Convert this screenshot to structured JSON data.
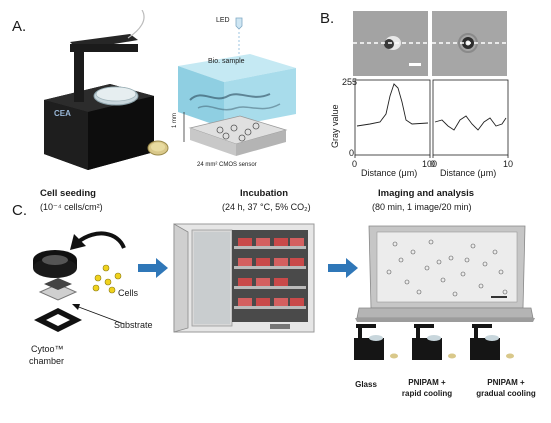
{
  "panels": {
    "a": "A.",
    "b": "B.",
    "c": "C."
  },
  "panel_a": {
    "led_label": "LED",
    "sample_label": "Bio. sample",
    "scale_label": "1 mm",
    "sensor_label": "24 mm² CMOS sensor",
    "device_brand": "CEA"
  },
  "panel_b": {
    "y_axis_label": "Gray value",
    "y_top_tick": "255",
    "y_bottom_tick": "0",
    "x_ticks_left": [
      "0",
      "100"
    ],
    "x_ticks_right": [
      "0",
      "10"
    ],
    "x_axis_label_left": "Distance (μm)",
    "x_axis_label_right": "Distance (μm)"
  },
  "panel_c": {
    "step1_title": "Cell seeding",
    "step1_sub": "(10⁻⁴ cells/cm²)",
    "step2_title": "Incubation",
    "step2_sub": "(24 h, 37 °C, 5% CO₂)",
    "step3_title": "Imaging and analysis",
    "step3_sub": "(80 min, 1 image/20 min)",
    "cells_label": "Cells",
    "substrate_label": "Substrate",
    "chamber_label_1": "Cytoo™",
    "chamber_label_2": "chamber",
    "cond_glass": "Glass",
    "cond_rapid_1": "PNIPAM +",
    "cond_rapid_2": "rapid cooling",
    "cond_gradual_1": "PNIPAM +",
    "cond_gradual_2": "gradual cooling"
  },
  "colors": {
    "arrow_blue": "#2f77b8",
    "device_black": "#1b1b1b",
    "sample_cyan": "#9fd8e8",
    "cell_yellow": "#f0d21e"
  }
}
